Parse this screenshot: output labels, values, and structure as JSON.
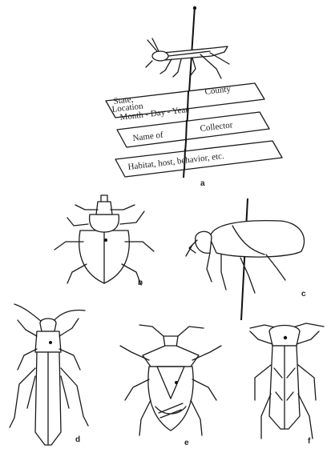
{
  "figure": {
    "labels_text": {
      "label1_line1": "State,",
      "label1_line2": "Location",
      "label1_county": "County",
      "label1_line3": "Month - Day - Year",
      "label2_left": "Name of",
      "label2_right": "Collector",
      "label3": "Habitat, host, behavior, etc."
    },
    "panels": [
      {
        "letter": "a",
        "icon": "grasshopper-pinned-with-labels"
      },
      {
        "letter": "b",
        "icon": "beetle-dorsal"
      },
      {
        "letter": "c",
        "icon": "beetle-lateral-pinned"
      },
      {
        "letter": "d",
        "icon": "grasshopper-dorsal"
      },
      {
        "letter": "e",
        "icon": "stink-bug-dorsal"
      },
      {
        "letter": "f",
        "icon": "cockroach-dorsal"
      }
    ]
  }
}
